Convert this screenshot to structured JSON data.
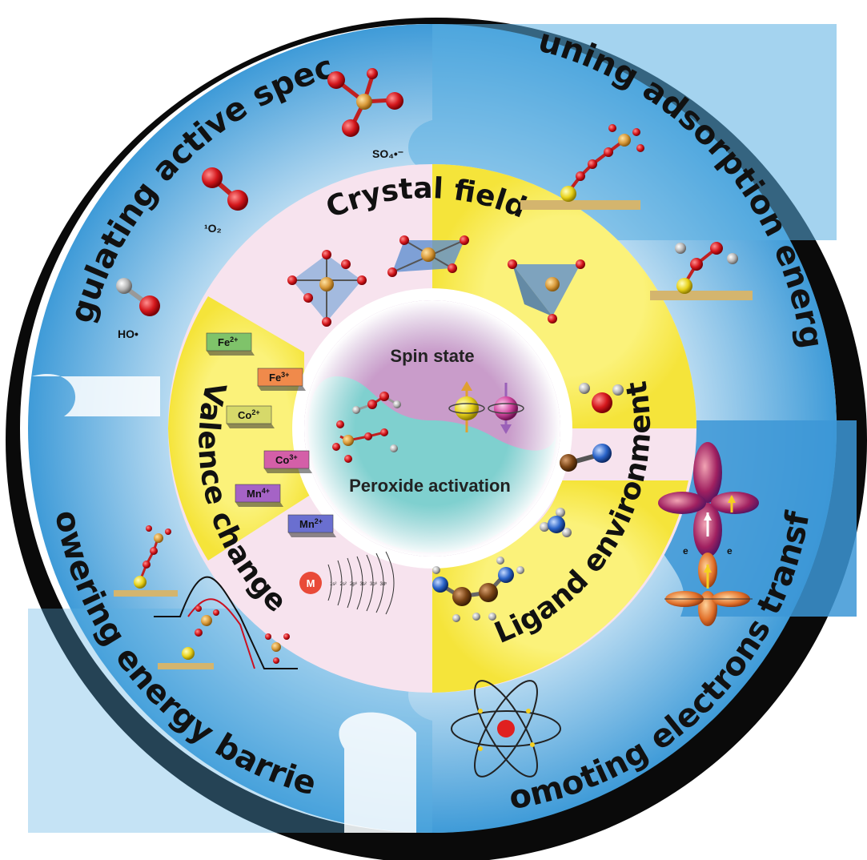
{
  "outer_ring": {
    "regulating": "Regulating active species",
    "tuning": "Tuning adsorption energy",
    "promoting": "Promoting electrons transfer",
    "lowering": "Lowering energy barrier"
  },
  "species": {
    "so4": "SO₄•⁻",
    "o2": "¹O₂",
    "ho": "HO•"
  },
  "middle_ring": {
    "crystal": "Crystal field",
    "ligand": "Ligand environment",
    "valence": "Valence change"
  },
  "center": {
    "spin": "Spin state",
    "peroxide": "Peroxide activation"
  },
  "ions": [
    "Fe2+",
    "Fe3+",
    "Co2+",
    "Co3+",
    "Mn4+",
    "Mn2+"
  ],
  "ion_labels": [
    {
      "base": "Fe",
      "sup": "2+"
    },
    {
      "base": "Fe",
      "sup": "3+"
    },
    {
      "base": "Co",
      "sup": "2+"
    },
    {
      "base": "Co",
      "sup": "3+"
    },
    {
      "base": "Mn",
      "sup": "4+"
    },
    {
      "base": "Mn",
      "sup": "2+"
    }
  ],
  "ion_colors": [
    "#7fc36a",
    "#f08a4b",
    "#d6d96a",
    "#d45fa8",
    "#a563c6",
    "#6a6fd0"
  ],
  "metal_label": "M",
  "orbitals": [
    "1s²",
    "2s²",
    "2p⁶",
    "3s²",
    "3p⁶",
    "3dˣ"
  ],
  "electron_labels": [
    "e",
    "e"
  ],
  "colors": {
    "blue_ring": "#4aa3dc",
    "yellow": "#f7e84a",
    "pink": "#f7e3ee",
    "center_purple": "#c79ac8",
    "center_teal": "#7ecfd0"
  }
}
